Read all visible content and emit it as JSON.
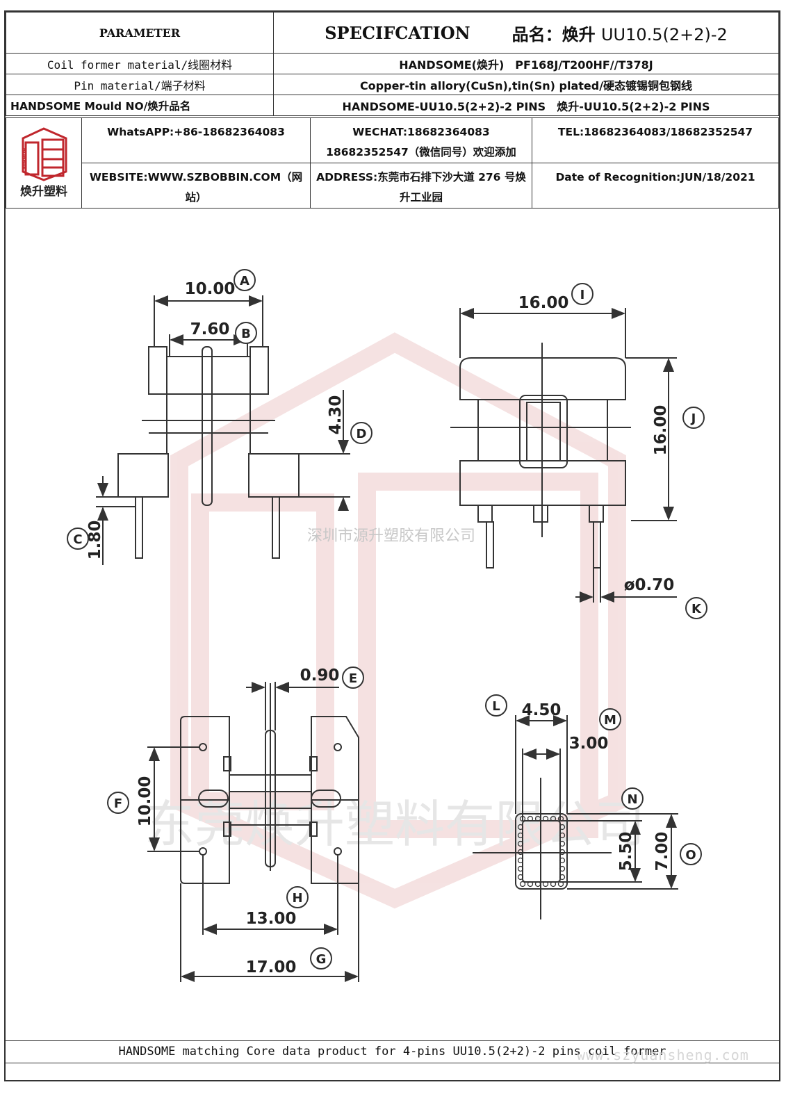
{
  "header": {
    "parameter": "PARAMETER",
    "specification": "SPECIFCATION",
    "product_label": "品名：焕升",
    "product_value": "UU10.5(2+2)-2"
  },
  "rows": [
    {
      "label": "Coil former material/线圈材料",
      "value": "HANDSOME(焕升)　PF168J/T200HF//T378J"
    },
    {
      "label": "Pin material/端子材料",
      "value": "Copper-tin allory(CuSn),tin(Sn) plated/硬态镀锡铜包钢线"
    },
    {
      "label": "HANDSOME Mould NO/焕升品名",
      "value": "HANDSOME-UU10.5(2+2)-2 PINS　焕升-UU10.5(2+2)-2 PINS"
    }
  ],
  "contact": {
    "logo_text": "焕升塑料",
    "logo_mark": "BOBBIN",
    "whatsapp": "WhatsAPP:+86-18682364083",
    "wechat": "WECHAT:18682364083 18682352547（微信同号）欢迎添加",
    "tel": "TEL:18682364083/18682352547",
    "website": "WEBSITE:WWW.SZBOBBIN.COM（网站）",
    "address": "ADDRESS:东莞市石排下沙大道 276 号焕升工业园",
    "date": "Date of Recognition:JUN/18/2021"
  },
  "dimensions": {
    "A": {
      "letter": "A",
      "value": "10.00"
    },
    "B": {
      "letter": "B",
      "value": "7.60"
    },
    "C": {
      "letter": "C",
      "value": "1.80"
    },
    "D": {
      "letter": "D",
      "value": "4.30"
    },
    "E": {
      "letter": "E",
      "value": "0.90"
    },
    "F": {
      "letter": "F",
      "value": "10.00"
    },
    "G": {
      "letter": "G",
      "value": "17.00"
    },
    "H": {
      "letter": "H",
      "value": "13.00"
    },
    "I": {
      "letter": "I",
      "value": "16.00"
    },
    "J": {
      "letter": "J",
      "value": "16.00"
    },
    "K": {
      "letter": "K",
      "value": "ø0.70"
    },
    "L": {
      "letter": "L",
      "value": "4.50"
    },
    "M": {
      "letter": "M",
      "value": "3.00"
    },
    "N": {
      "letter": "N",
      "value": "5.50"
    },
    "O": {
      "letter": "O",
      "value": "7.00"
    }
  },
  "watermarks": {
    "small": "深圳市源升塑胶有限公司",
    "large": "东莞焕升塑料有限公司"
  },
  "footer": "HANDSOME matching Core data  product for 4-pins UU10.5(2+2)-2 pins coil former",
  "site": "www.szyuansheng.com",
  "colors": {
    "line": "#333333",
    "logo": "#c0272d",
    "watermark": "#e8b4b4"
  }
}
